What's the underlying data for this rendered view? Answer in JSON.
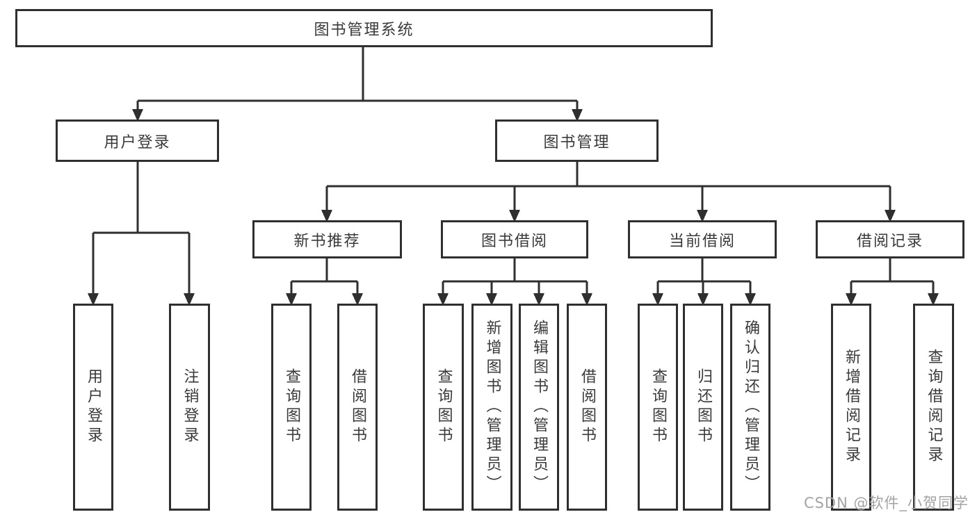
{
  "colors": {
    "line": "#2f2f2f",
    "text": "#3a3a3a",
    "watermark": "#a3a3a3",
    "background": "#ffffff"
  },
  "tree": {
    "root": {
      "label": "图书管理系统"
    },
    "branches": [
      {
        "label": "用户登录",
        "leaves": [
          {
            "label": "用户登录"
          },
          {
            "label": "注销登录"
          }
        ]
      },
      {
        "label": "图书管理",
        "groups": [
          {
            "label": "新书推荐",
            "leaves": [
              {
                "label": "查询图书"
              },
              {
                "label": "借阅图书"
              }
            ]
          },
          {
            "label": "图书借阅",
            "leaves": [
              {
                "label": "查询图书"
              },
              {
                "label": "新增图书（管理员）"
              },
              {
                "label": "编辑图书（管理员）"
              },
              {
                "label": "借阅图书"
              }
            ]
          },
          {
            "label": "当前借阅",
            "leaves": [
              {
                "label": "查询图书"
              },
              {
                "label": "归还图书"
              },
              {
                "label": "确认归还（管理员）"
              }
            ]
          },
          {
            "label": "借阅记录",
            "leaves": [
              {
                "label": "新增借阅记录"
              },
              {
                "label": "查询借阅记录"
              }
            ]
          }
        ]
      }
    ]
  },
  "watermark": {
    "text": "CSDN @软件_小贺同学"
  }
}
